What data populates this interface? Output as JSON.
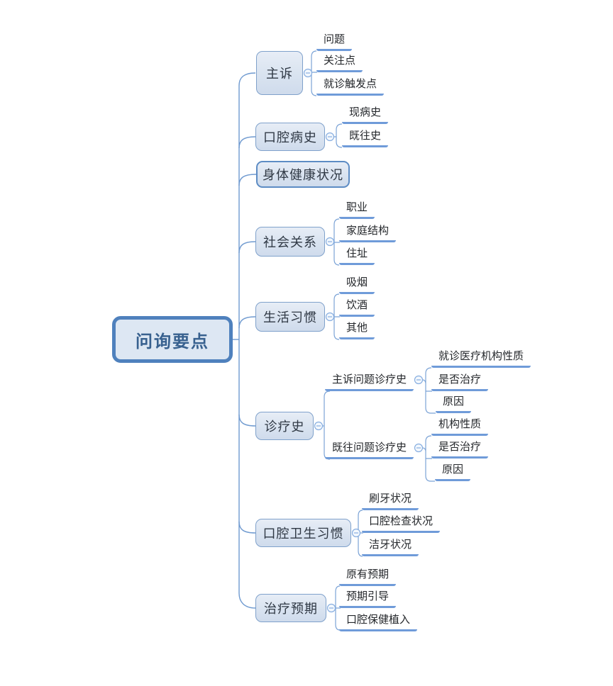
{
  "map": {
    "root": {
      "label": "问询要点"
    },
    "branches": [
      {
        "label": "主诉",
        "children": [
          {
            "label": "问题"
          },
          {
            "label": "关注点"
          },
          {
            "label": "就诊触发点"
          }
        ]
      },
      {
        "label": "口腔病史",
        "children": [
          {
            "label": "现病史"
          },
          {
            "label": "既往史"
          }
        ]
      },
      {
        "label": "身体健康状况",
        "children": []
      },
      {
        "label": "社会关系",
        "children": [
          {
            "label": "职业"
          },
          {
            "label": "家庭结构"
          },
          {
            "label": "住址"
          }
        ]
      },
      {
        "label": "生活习惯",
        "children": [
          {
            "label": "吸烟"
          },
          {
            "label": "饮酒"
          },
          {
            "label": "其他"
          }
        ]
      },
      {
        "label": "诊疗史",
        "children": [
          {
            "label": "主诉问题诊疗史",
            "children": [
              {
                "label": "就诊医疗机构性质"
              },
              {
                "label": "是否治疗"
              },
              {
                "label": "原因"
              }
            ]
          },
          {
            "label": "既往问题诊疗史",
            "children": [
              {
                "label": "机构性质"
              },
              {
                "label": "是否治疗"
              },
              {
                "label": "原因"
              }
            ]
          }
        ]
      },
      {
        "label": "口腔卫生习惯",
        "children": [
          {
            "label": "刷牙状况"
          },
          {
            "label": "口腔检查状况"
          },
          {
            "label": "洁牙状况"
          }
        ]
      },
      {
        "label": "治疗预期",
        "children": [
          {
            "label": "原有预期"
          },
          {
            "label": "预期引导"
          },
          {
            "label": "口腔保健植入"
          }
        ]
      }
    ],
    "colors": {
      "root_border": "#4f81bd",
      "root_fill": "#dde7f3",
      "root_text": "#38618f",
      "node_border": "#7fa1cb",
      "node_fill": "#d9e3f0",
      "node_text": "#2f3844",
      "underline": "#6f9bd9",
      "connector": "#7ba3d6",
      "background": "#ffffff"
    }
  }
}
